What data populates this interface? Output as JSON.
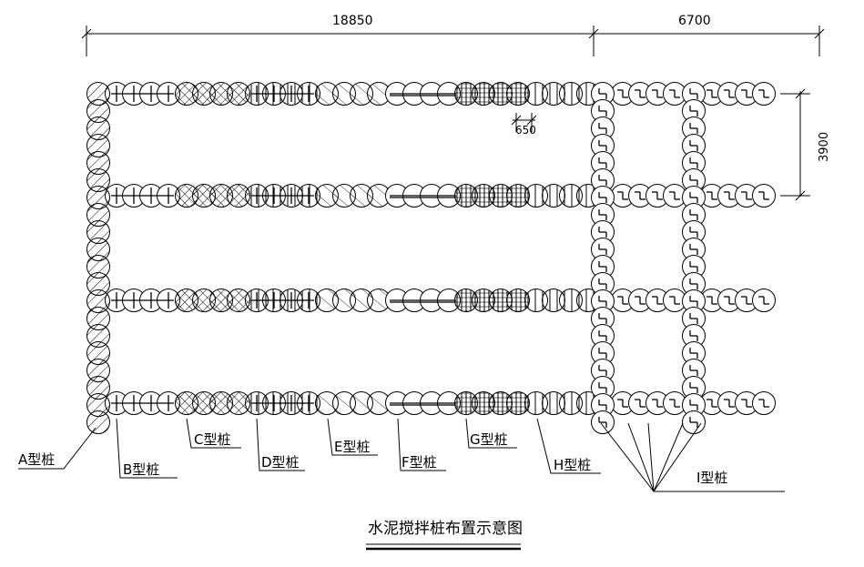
{
  "title": "水泥搅拌桩布置示意图",
  "dimensions": {
    "total_length": "18850",
    "right_length": "6700",
    "row_spacing": "3900",
    "pile_spacing": "650"
  },
  "pile_labels": {
    "A": "A型桩",
    "B": "B型桩",
    "C": "C型桩",
    "D": "D型桩",
    "E": "E型桩",
    "F": "F型桩",
    "G": "G型桩",
    "H": "H型桩",
    "I": "I型桩"
  }
}
